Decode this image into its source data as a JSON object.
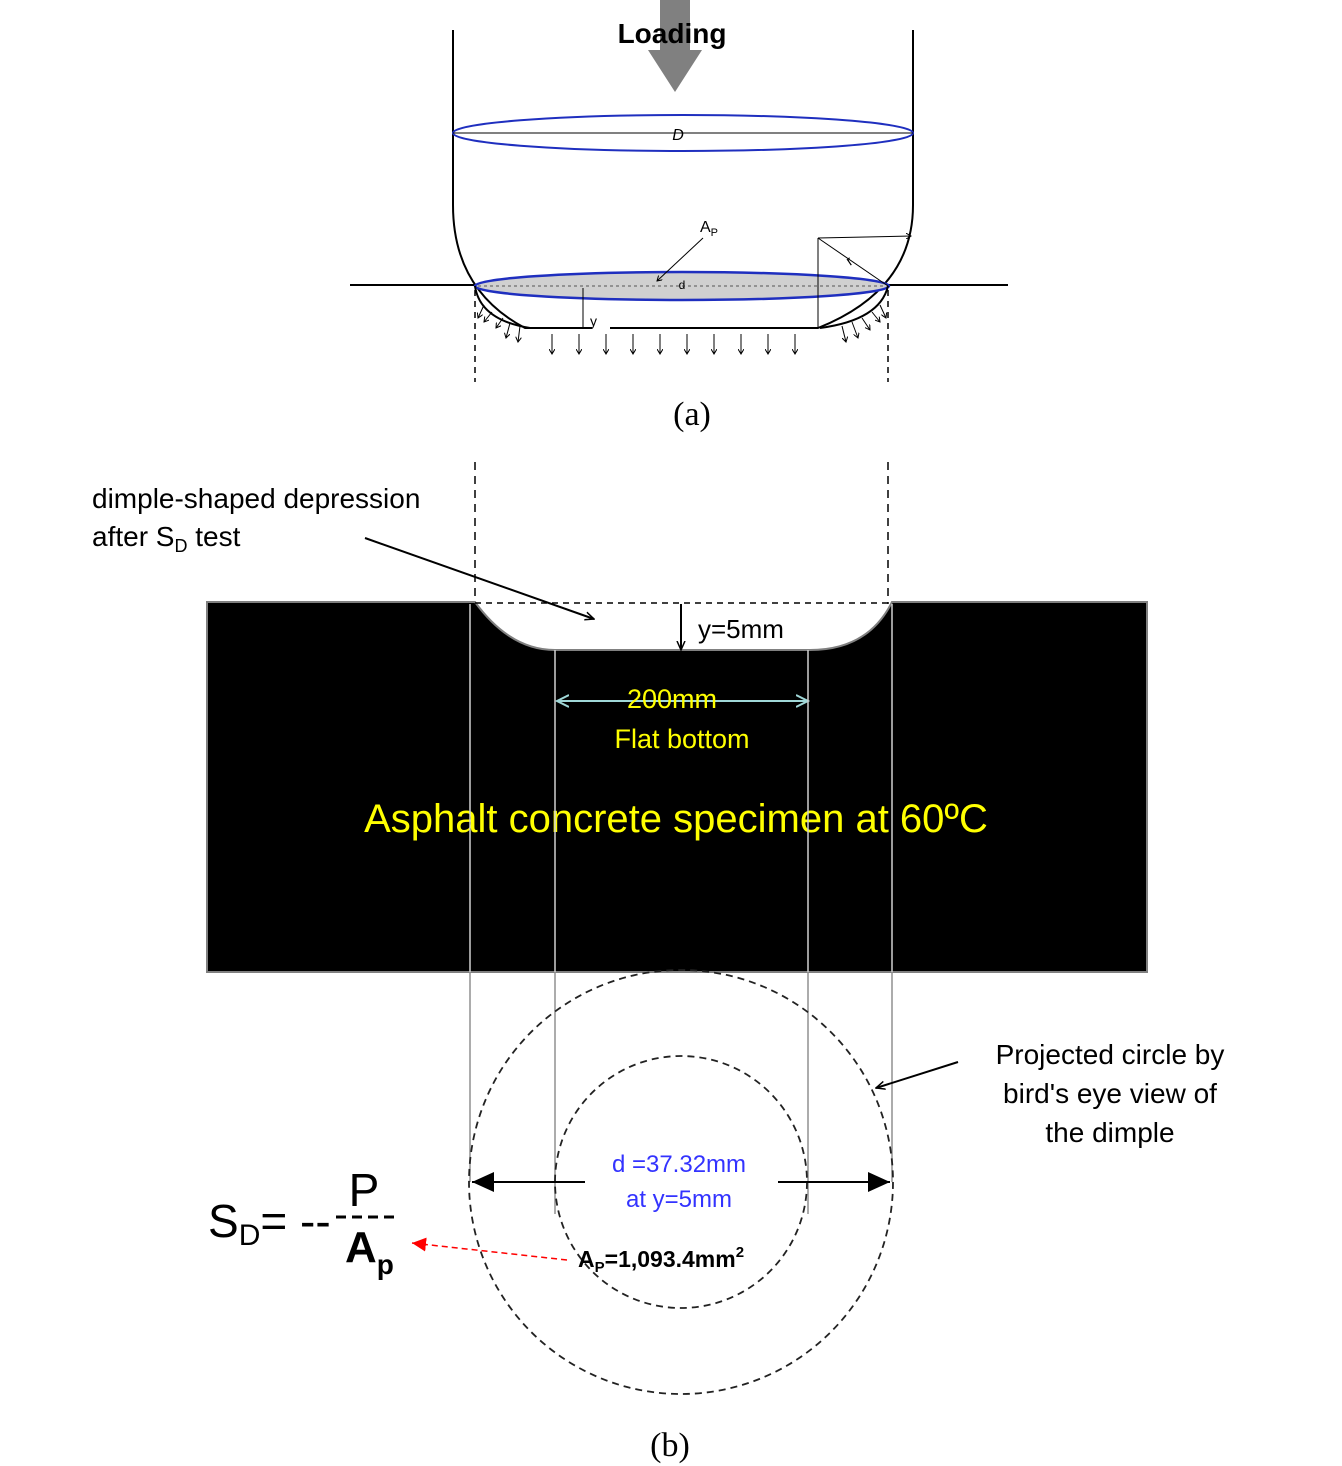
{
  "panel_a": {
    "loading_label": "Loading",
    "diameter_label": "D",
    "area_label_main": "A",
    "area_label_sub": "P",
    "small_d_label": "d",
    "radius_label": "r",
    "depth_label": "y",
    "caption": "(a)"
  },
  "panel_b": {
    "dimple_note_line1": "dimple-shaped depression",
    "dimple_note_line2_pre": "after S",
    "dimple_note_line2_sub": "D",
    "dimple_note_line2_post": " test",
    "depth_label": "y=5mm",
    "flat_width_label": "200mm",
    "flat_label": "Flat  bottom",
    "specimen_label": "Asphalt concrete specimen at 60ºC",
    "projected_line1": "Projected circle by",
    "projected_line2": "bird's eye view of",
    "projected_line3": "the dimple",
    "d_value_line1": "d =37.32mm",
    "d_value_line2": "at y=5mm",
    "ap_main": "A",
    "ap_sub": "P",
    "ap_value": "=1,093.4mm",
    "ap_sup": "2",
    "formula_s": "S",
    "formula_s_sub": "D",
    "formula_eq": "= --",
    "formula_num": "P",
    "formula_den_main": "A",
    "formula_den_sub": "p",
    "caption": "(b)"
  },
  "colors": {
    "ellipse_blue": "#1f2fbf",
    "label_blue": "#3333ff",
    "specimen_fill": "#000000",
    "specimen_text": "#ffff00",
    "dimension_cyan": "#a0d8d8",
    "pointer_red": "#ff0000",
    "loading_arrow": "#808080"
  }
}
